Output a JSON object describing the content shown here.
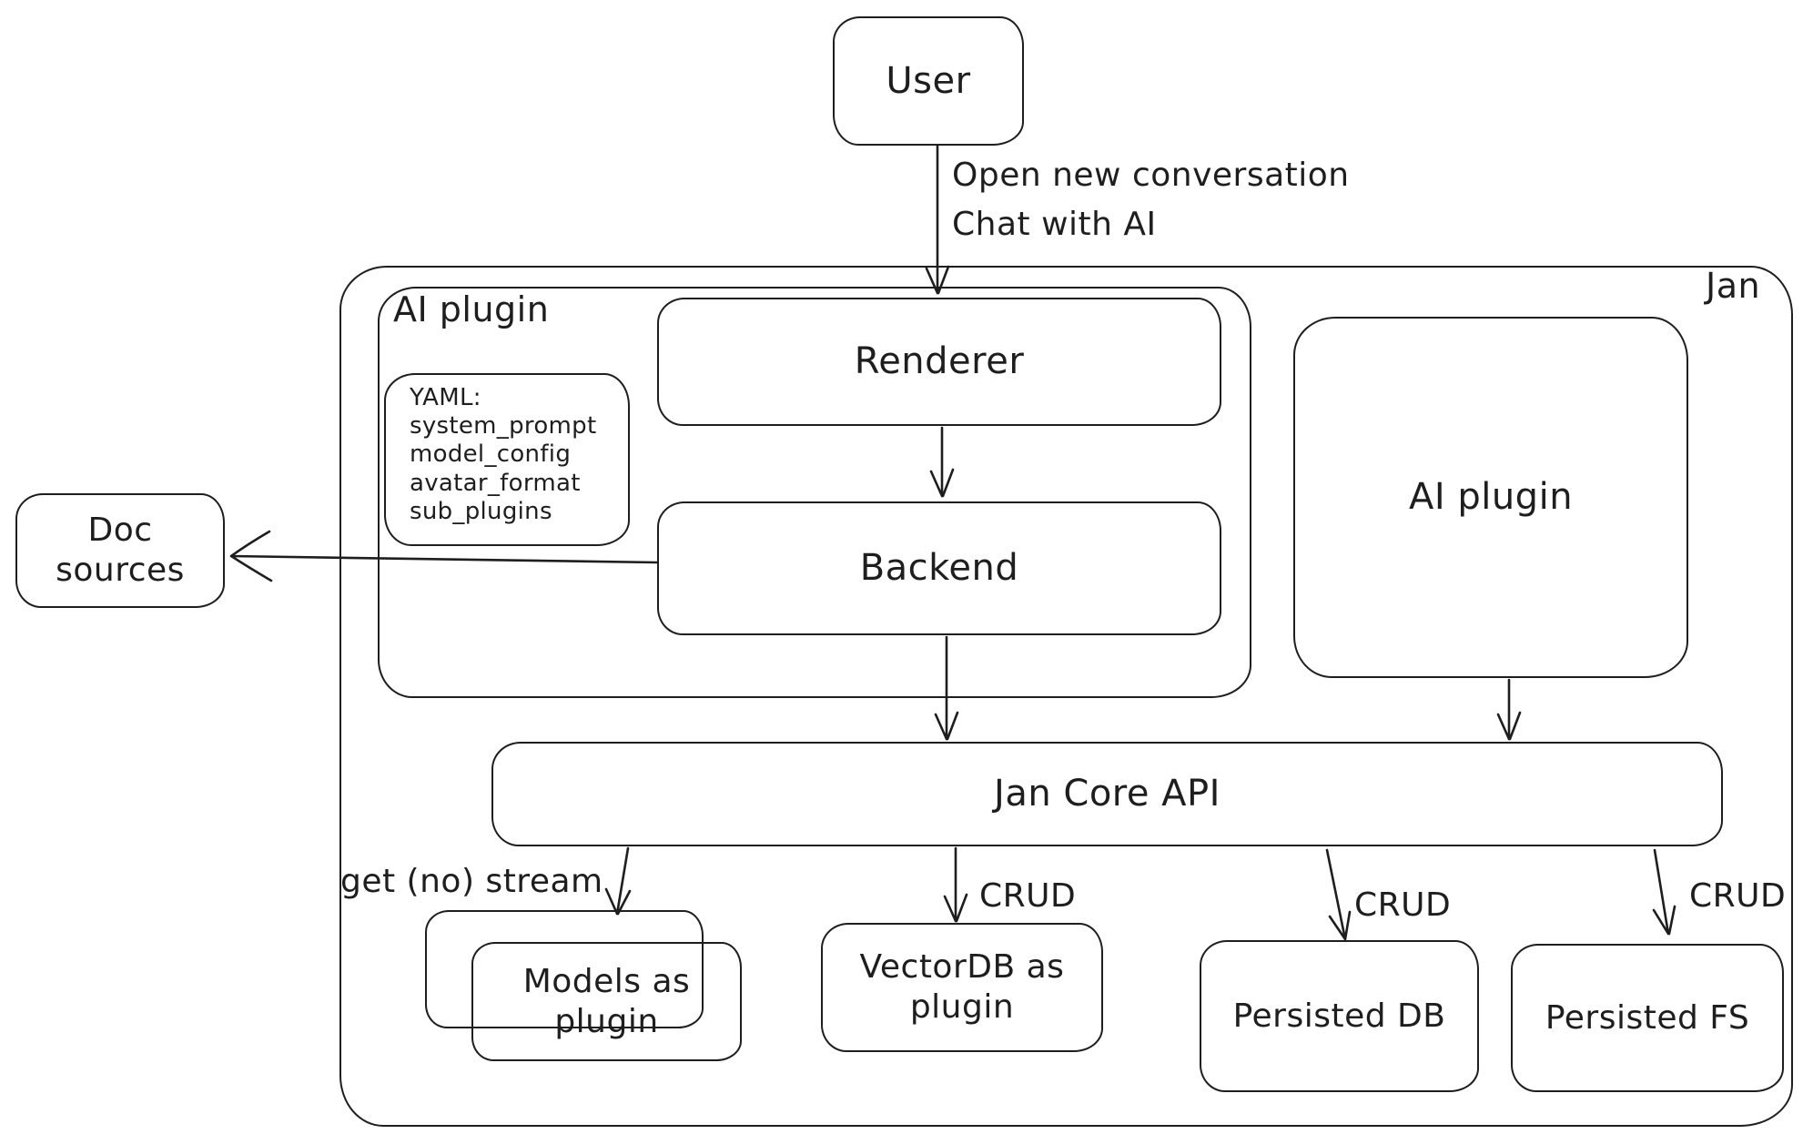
{
  "diagram": {
    "title_region": {
      "outer_group": "Jan"
    },
    "nodes": {
      "user": {
        "label": "User"
      },
      "jan_group": {
        "label": "Jan"
      },
      "ai_plugin_group": {
        "label": "AI plugin"
      },
      "renderer": {
        "label": "Renderer"
      },
      "backend": {
        "label": "Backend"
      },
      "yaml_note": {
        "title": "YAML:",
        "lines": [
          "system_prompt",
          "model_config",
          "avatar_format",
          "sub_plugins"
        ]
      },
      "doc_sources": {
        "label": "Doc sources"
      },
      "ai_plugin_right": {
        "label": "AI plugin"
      },
      "jan_core_api": {
        "label": "Jan Core API"
      },
      "models_as_plugin": {
        "label": "Models as plugin"
      },
      "vectordb_as_plugin": {
        "label": "VectorDB as plugin"
      },
      "persisted_db": {
        "label": "Persisted DB"
      },
      "persisted_fs": {
        "label": "Persisted FS"
      }
    },
    "edges": {
      "user_to_renderer": {
        "label_line1": "Open new conversation",
        "label_line2": "Chat with AI"
      },
      "core_to_models": {
        "label": "get (no) stream"
      },
      "core_to_vectordb": {
        "label": "CRUD"
      },
      "core_to_persisted_db": {
        "label": "CRUD"
      },
      "core_to_persisted_fs": {
        "label": "CRUD"
      }
    },
    "colors": {
      "stroke": "#1e1e1e",
      "background": "#ffffff"
    }
  }
}
